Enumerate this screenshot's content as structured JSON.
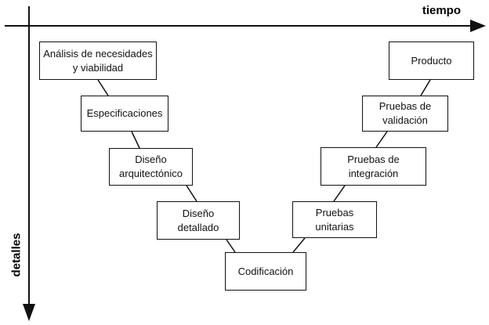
{
  "axes": {
    "x_label": "tiempo",
    "y_label": "detalles"
  },
  "stages": {
    "analisis": {
      "line1": "Análisis de necesidades",
      "line2": "y viabilidad"
    },
    "especificaciones": {
      "line1": "Especificaciones"
    },
    "diseno_arquitectonico": {
      "line1": "Diseño",
      "line2": "arquitectónico"
    },
    "diseno_detallado": {
      "line1": "Diseño",
      "line2": "detallado"
    },
    "codificacion": {
      "line1": "Codificación"
    },
    "pruebas_unitarias": {
      "line1": "Pruebas",
      "line2": "unitarias"
    },
    "pruebas_integracion": {
      "line1": "Pruebas de",
      "line2": "integración"
    },
    "pruebas_validacion": {
      "line1": "Pruebas de",
      "line2": "validación"
    },
    "producto": {
      "line1": "Producto"
    }
  },
  "colors": {
    "line": "#111111",
    "box_border": "#111111",
    "box_fill": "#ffffff"
  }
}
